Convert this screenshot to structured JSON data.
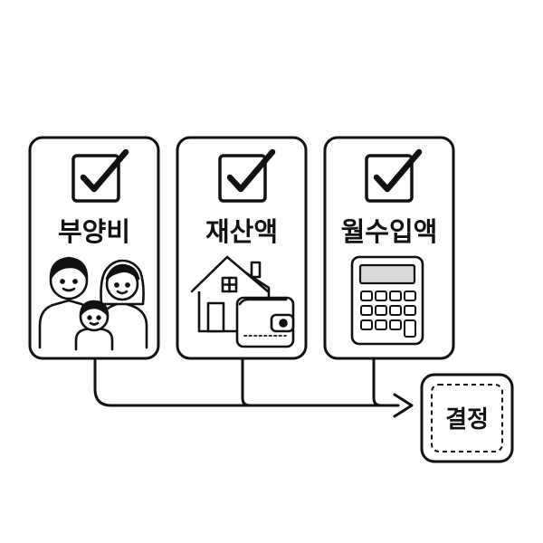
{
  "cards": [
    {
      "label": "부양비",
      "checked": true,
      "illustration": "family-icon"
    },
    {
      "label": "재산액",
      "checked": true,
      "illustration": "house-and-wallet-icon"
    },
    {
      "label": "월수입액",
      "checked": true,
      "illustration": "calculator-icon"
    }
  ],
  "decision": {
    "label": "결정"
  },
  "colors": {
    "stroke": "#111111",
    "background": "#ffffff",
    "calculator_display": "#d9d9d9"
  }
}
